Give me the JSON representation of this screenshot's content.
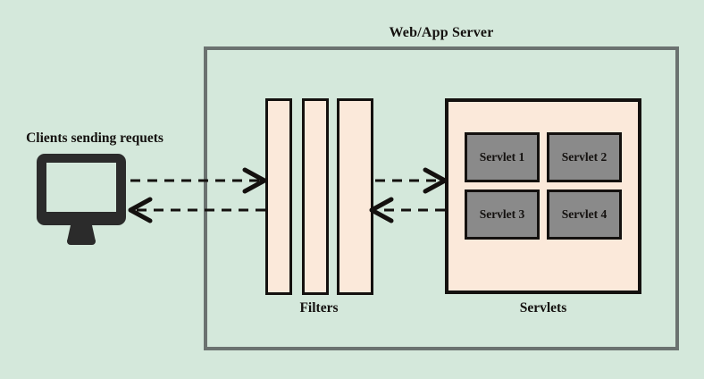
{
  "diagram": {
    "background_color": "#d4e8db",
    "server": {
      "title": "Web/App Server",
      "border_color": "#6b7270"
    },
    "client": {
      "label": "Clients sending requets",
      "icon": "desktop-monitor-icon",
      "color": "#2b2b2b"
    },
    "filters": {
      "label": "Filters",
      "fill_color": "#fbe9da",
      "border_color": "#14110f",
      "bars": [
        {
          "name": "filter-bar-1"
        },
        {
          "name": "filter-bar-2"
        },
        {
          "name": "filter-bar-3"
        }
      ]
    },
    "servlets": {
      "label": "Servlets",
      "panel_fill": "#fbe9da",
      "box_fill": "#8a8a8a",
      "border_color": "#14110f",
      "boxes": [
        {
          "label": "Servlet 1"
        },
        {
          "label": "Servlet 2"
        },
        {
          "label": "Servlet 3"
        },
        {
          "label": "Servlet 4"
        }
      ]
    },
    "flows": [
      {
        "name": "request-flow",
        "direction": "client-to-servlets",
        "style": "dashed",
        "color": "#14110f"
      },
      {
        "name": "response-flow",
        "direction": "servlets-to-client",
        "style": "dashed",
        "color": "#14110f"
      }
    ]
  }
}
